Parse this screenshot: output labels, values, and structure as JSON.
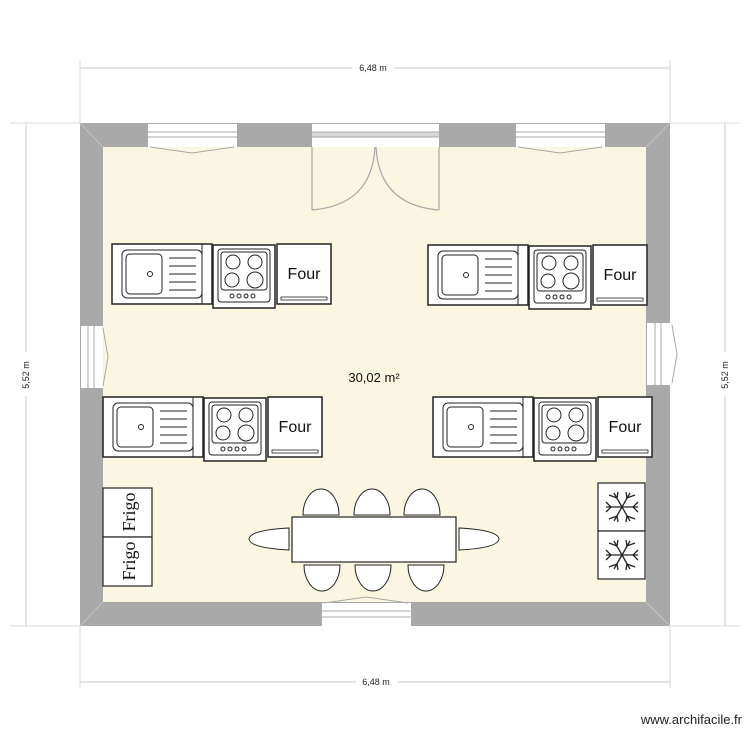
{
  "plan": {
    "room_area": "30,02 m²",
    "dimensions": {
      "top_width": "6,48 m",
      "bottom_width": "6,48 m",
      "left_height": "5,52 m",
      "right_height": "5,52 m"
    },
    "colors": {
      "wall": "#a9a9a9",
      "floor": "#faf6e1",
      "dimension_line": "#c8c8c8",
      "furniture_fill": "#ffffff",
      "furniture_stroke": "#222222",
      "opening_stroke": "#a8a8a8"
    },
    "kitchen_modules": [
      {
        "id": "top-left",
        "oven_label": "Four"
      },
      {
        "id": "top-right",
        "oven_label": "Four"
      },
      {
        "id": "bottom-left",
        "oven_label": "Four"
      },
      {
        "id": "bottom-right",
        "oven_label": "Four"
      }
    ],
    "fridges": [
      {
        "label": "Frigo"
      },
      {
        "label": "Frigo"
      }
    ],
    "freezers": [
      {
        "icon": "snowflake-icon"
      },
      {
        "icon": "snowflake-icon"
      }
    ],
    "dining": {
      "table_count": 1,
      "chairs": 8
    }
  },
  "watermark": "www.archifacile.fr"
}
